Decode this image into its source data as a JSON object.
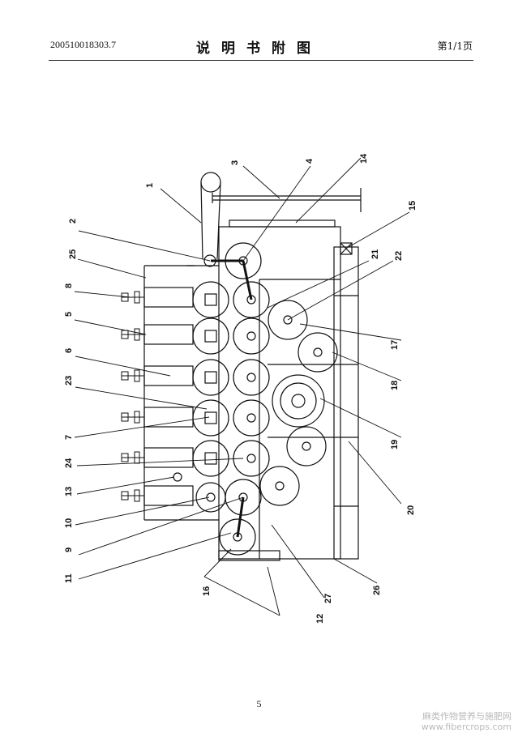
{
  "header": {
    "application_number": "200510018303.7",
    "title": "说明书附图",
    "page_info": "第1/1页"
  },
  "footer": {
    "page_number": "5",
    "watermark_line1": "麻类作物营养与施肥网",
    "watermark_line2": "www.fibercrops.com"
  },
  "drawing": {
    "labels": [
      "1",
      "2",
      "3",
      "4",
      "5",
      "6",
      "7",
      "8",
      "9",
      "10",
      "11",
      "12",
      "13",
      "14",
      "15",
      "16",
      "17",
      "18",
      "19",
      "20",
      "21",
      "22",
      "23",
      "24",
      "25",
      "26",
      "27"
    ]
  }
}
